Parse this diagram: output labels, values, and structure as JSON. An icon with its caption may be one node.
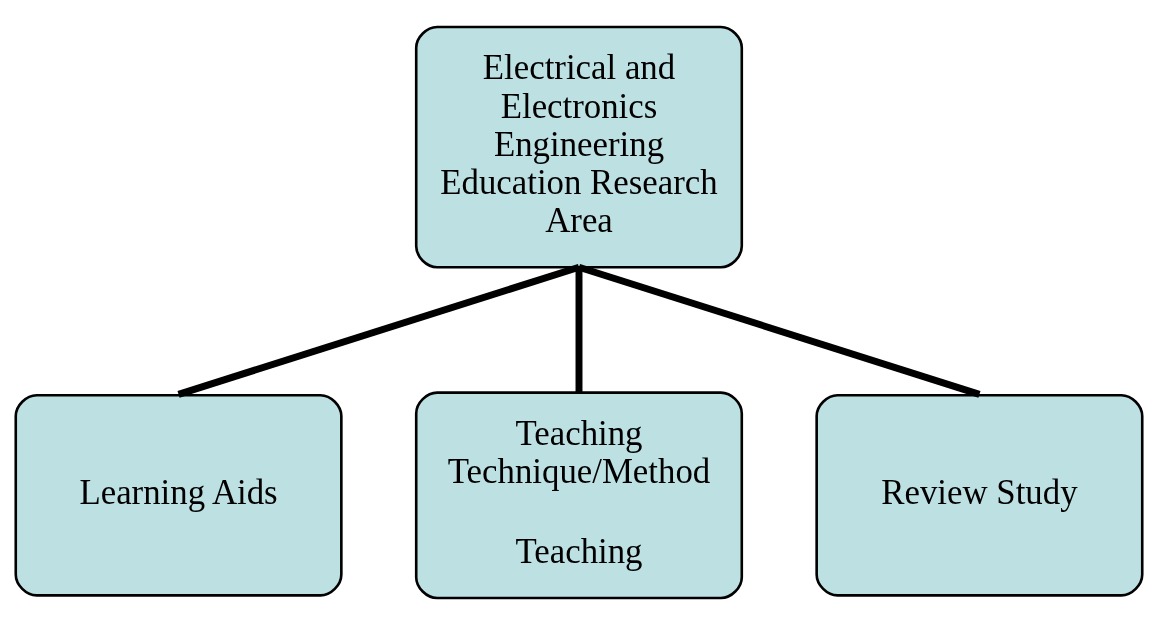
{
  "diagram": {
    "nodes": [
      {
        "text": [
          "Electrical and Electronics Engineering Education Research Area"
        ]
      },
      {
        "text": [
          "Learning Aids"
        ]
      },
      {
        "text": [
          "Teaching Technique/Method",
          "Teaching"
        ]
      },
      {
        "text": [
          "Review Study"
        ]
      }
    ],
    "edges": [
      {
        "from": 0,
        "to": 1,
        "arrow": "none"
      },
      {
        "from": 0,
        "to": 2,
        "arrow": "none"
      },
      {
        "from": 0,
        "to": 3,
        "arrow": "none"
      }
    ]
  }
}
